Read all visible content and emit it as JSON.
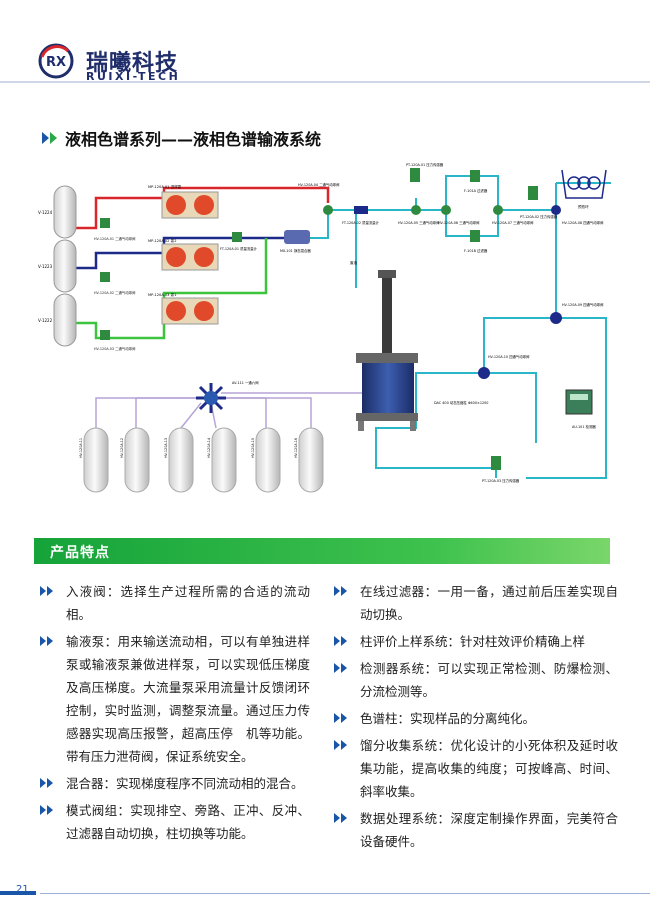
{
  "header": {
    "logo_mark": "RX",
    "brand_cn": "瑞曦科技",
    "brand_en": "RUIXI-TECH"
  },
  "section_title": "液相色谱系列——液相色谱输液系统",
  "diagram": {
    "tanks": [
      "V-1224",
      "V-1223",
      "V-1222"
    ],
    "pump_labels": [
      "MP-120A.01 进样泵",
      "MP-120A.02 泵2",
      "MP-120A.03 泵1"
    ],
    "valve_labels": [
      "HV-120A.01 二通气动球阀",
      "HV-120A.02 二通气动球阀",
      "HV-120A.03 二通气动球阀"
    ],
    "flowmeter_label": "FT-120A.01 质量流量计",
    "mixer_label": "MX-101 静态混合器",
    "top_valve_label": "HV-120A.04 二通气动球阀",
    "flowmeter2_label": "FT-120A.02 质量流量计",
    "pt01_label": "PT-120A.01 压力传感器",
    "hv05_label": "HV-120A.05 三通气动球阀",
    "hv06_label": "HV-120A.06 三通气动球阀",
    "hv07_label": "HV-120A.07 三通气动球阀",
    "f01_label": "F-101A 过滤器",
    "f02_label": "F-101B 过滤器",
    "pt02_label": "PT-120A.02 压力传感器",
    "hv08_label": "HV-120A.08 四通气动球阀",
    "preheater_label": "预热环",
    "waste_label": "废液",
    "hv09_label": "HV-120A.09 四通气动球阀",
    "hv10_label": "HV-120A.10 四通气动球阀",
    "column_label": "DAC 400 动态压缩柱 Φ400×1200",
    "detector_label": "AU-101 检测器",
    "pt03_label": "PT-120A.03 压力传感器",
    "collector_valve_label": "AV-111 一通六阀",
    "collect_tanks": [
      "HV-120A.11",
      "HV-120A.12",
      "HV-120A.13",
      "HV-120A.14",
      "HV-120A.15",
      "HV-120A.16"
    ]
  },
  "features": {
    "title": "产品特点",
    "left": [
      "入液阀：选择生产过程所需的合适的流动相。",
      "输液泵：用来输送流动相，可以有单独进样泵或输液泵兼做进样泵，可以实现低压梯度及高压梯度。大流量泵采用流量计反馈闭环控制，实时监测，调整泵流量。通过压力传感器实现高压报警，超高压停　机等功能。带有压力泄荷阀，保证系统安全。",
      "混合器：实现梯度程序不同流动相的混合。",
      "模式阀组：实现排空、旁路、正冲、反冲、过滤器自动切换，柱切换等功能。"
    ],
    "right": [
      "在线过滤器：一用一备，通过前后压差实现自动切换。",
      "柱评价上样系统：针对柱效评价精确上样",
      "检测器系统：可以实现正常检测、防爆检测、分流检测等。",
      "色谱柱：实现样品的分离纯化。",
      "馏分收集系统：优化设计的小死体积及延时收集功能，提高收集的纯度；可按峰高、时间、斜率收集。",
      "数据处理系统：深度定制操作界面，完美符合设备硬件。"
    ]
  },
  "footer": {
    "page": "21"
  },
  "colors": {
    "brand_blue": "#1f2d6b",
    "accent_green": "#2aa84a",
    "pipe_red": "#d9262a",
    "pipe_cyan": "#29b6c8",
    "pipe_navy": "#1c2a8a",
    "pipe_green": "#3cc43c"
  }
}
